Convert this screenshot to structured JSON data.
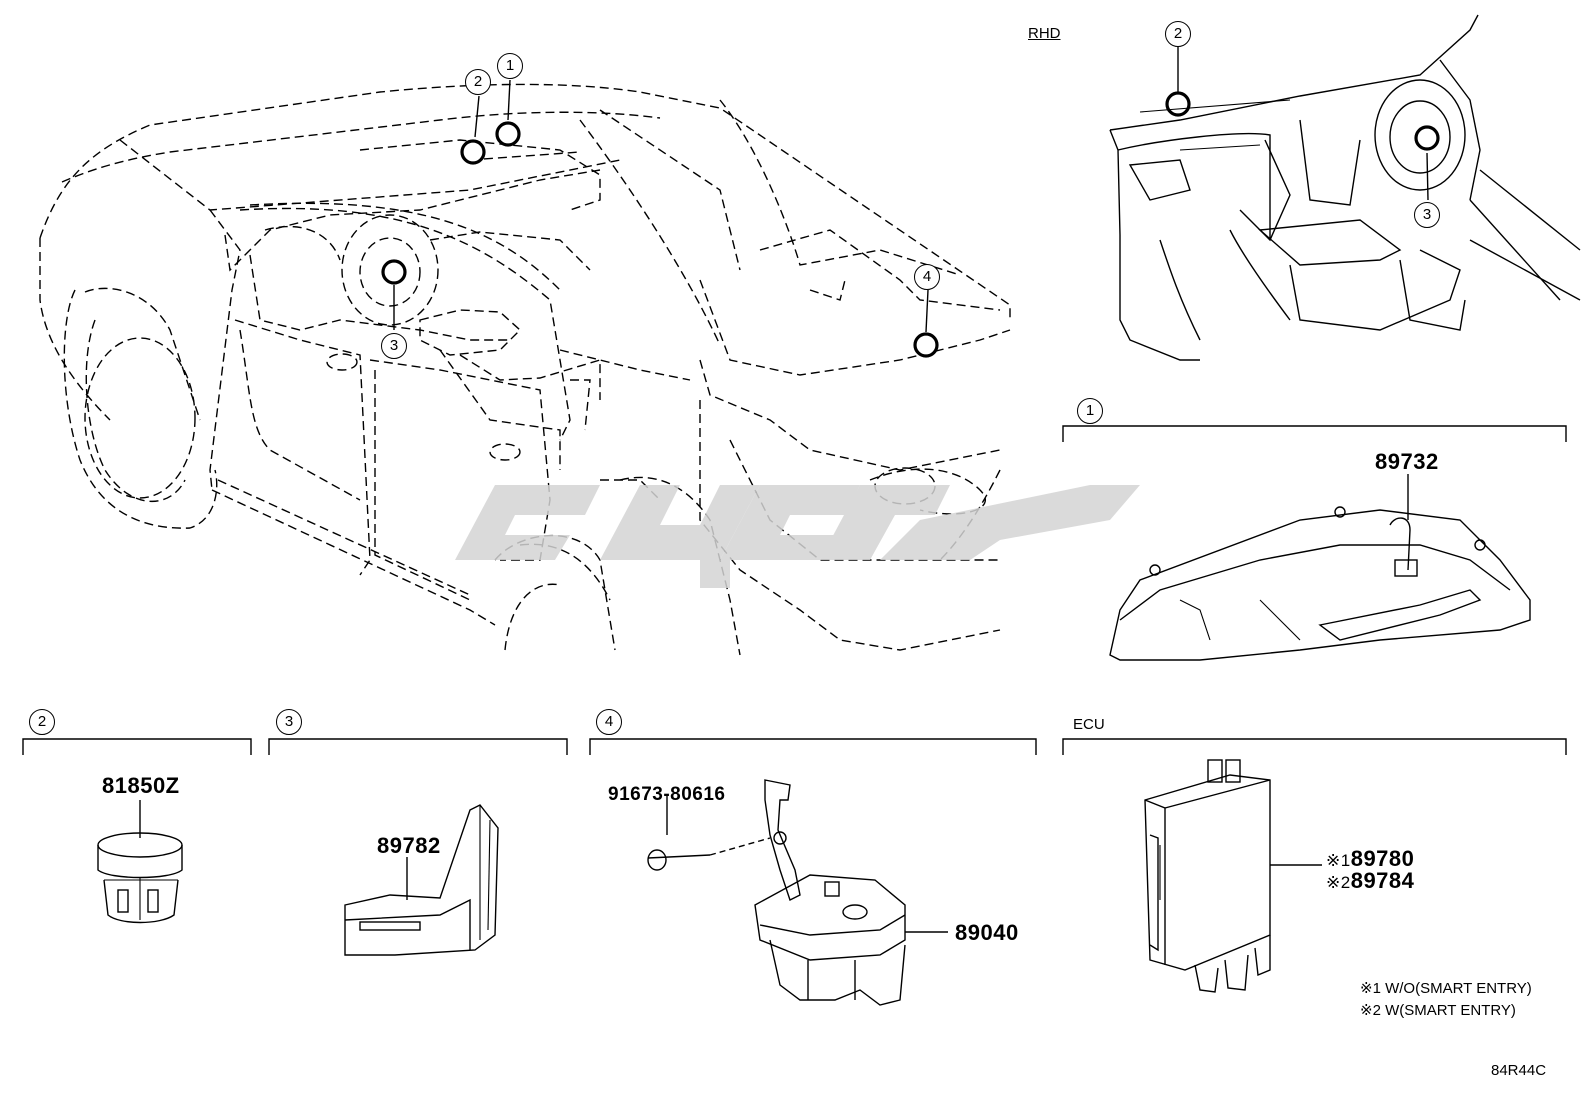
{
  "rhd_label": "RHD",
  "callouts": {
    "c1": "1",
    "c2": "2",
    "c3": "3",
    "c4": "4"
  },
  "sections": {
    "s1": {
      "number": "1",
      "parts": [
        "89732"
      ]
    },
    "s2": {
      "number": "2",
      "parts": [
        "81850Z"
      ]
    },
    "s3": {
      "number": "3",
      "parts": [
        "89782"
      ]
    },
    "s4": {
      "number": "4",
      "parts": [
        "91673-80616",
        "89040"
      ]
    },
    "ecu": {
      "title": "ECU",
      "parts": [
        "※189780",
        "※289784"
      ]
    }
  },
  "ecu_parts": [
    {
      "mark": "※1",
      "number": "89780"
    },
    {
      "mark": "※2",
      "number": "89784"
    }
  ],
  "notes": [
    "※1 W/O(SMART ENTRY)",
    "※2 W(SMART ENTRY)"
  ],
  "diagram_code": "84R44C",
  "icons": [
    "vehicle-interior-illustration",
    "rhd-dashboard-illustration",
    "roof-module-illustration",
    "sensor-illustration",
    "bracket-module-illustration",
    "siren-illustration",
    "ecu-illustration",
    "watermark-logo"
  ]
}
